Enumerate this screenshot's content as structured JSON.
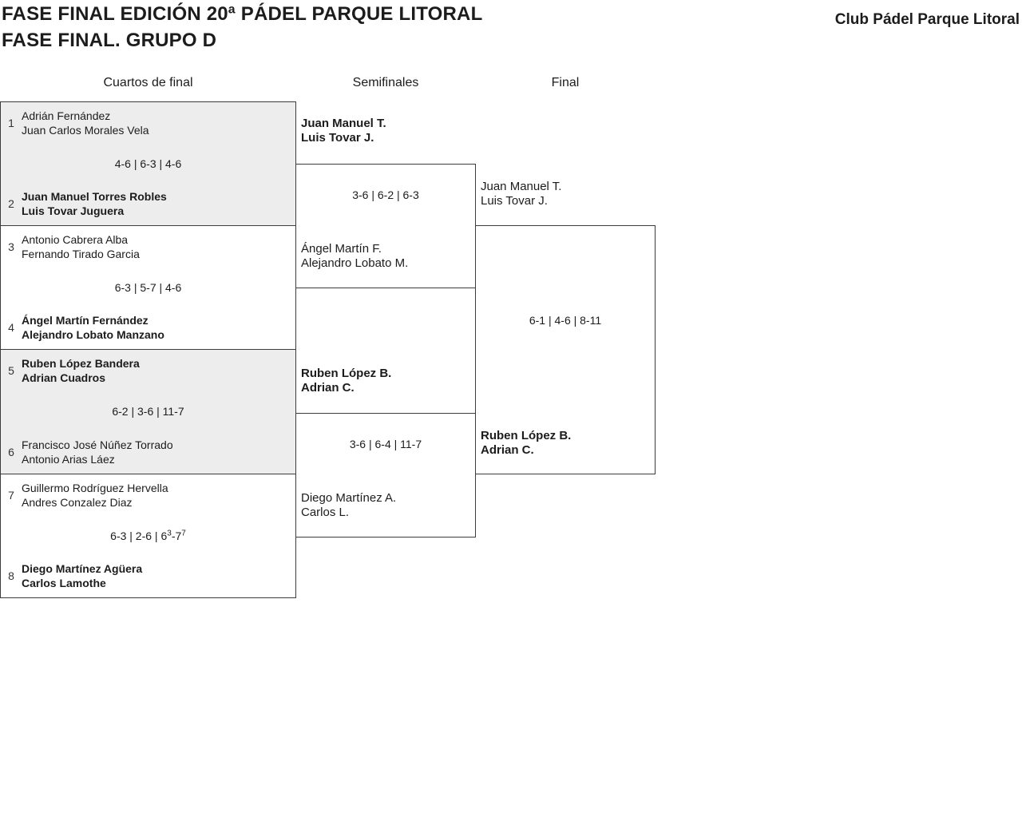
{
  "header": {
    "title_line1": "FASE FINAL EDICIÓN 20ª PÁDEL PARQUE LITORAL",
    "title_line2": "FASE FINAL. GRUPO D",
    "club_name": "Club Pádel Parque Litoral"
  },
  "round_headers": {
    "quarterfinals": "Cuartos de final",
    "semifinals": "Semifinales",
    "final": "Final"
  },
  "quarterfinals": [
    {
      "seed_top": "1",
      "team_top": {
        "player1": "Adrián Fernández",
        "player2": "Juan Carlos Morales Vela",
        "winner": false
      },
      "score": "4-6 | 6-3 | 4-6",
      "seed_bottom": "2",
      "team_bottom": {
        "player1": "Juan Manuel Torres Robles",
        "player2": "Luis Tovar Juguera",
        "winner": true
      }
    },
    {
      "seed_top": "3",
      "team_top": {
        "player1": "Antonio Cabrera Alba",
        "player2": "Fernando Tirado Garcia",
        "winner": false
      },
      "score": "6-3 | 5-7 | 4-6",
      "seed_bottom": "4",
      "team_bottom": {
        "player1": "Ángel Martín Fernández",
        "player2": "Alejandro Lobato Manzano",
        "winner": true
      }
    },
    {
      "seed_top": "5",
      "team_top": {
        "player1": "Ruben López Bandera",
        "player2": "Adrian Cuadros",
        "winner": true
      },
      "score": "6-2 | 3-6 | 11-7",
      "seed_bottom": "6",
      "team_bottom": {
        "player1": "Francisco José Núñez Torrado",
        "player2": "Antonio Arias Láez",
        "winner": false
      }
    },
    {
      "seed_top": "7",
      "team_top": {
        "player1": "Guillermo Rodríguez Hervella",
        "player2": "Andres Conzalez Diaz",
        "winner": false
      },
      "score_parts": {
        "main": "6-3 | 2-6 | 6",
        "sup1": "3",
        "mid": "-7",
        "sup2": "7"
      },
      "seed_bottom": "8",
      "team_bottom": {
        "player1": "Diego Martínez Agüera",
        "player2": "Carlos Lamothe",
        "winner": true
      }
    }
  ],
  "semifinals": [
    {
      "team_top": {
        "player1": "Juan Manuel T.",
        "player2": "Luis Tovar J.",
        "winner": true
      },
      "score": "3-6 | 6-2 | 6-3",
      "team_bottom": {
        "player1": "Ángel Martín F.",
        "player2": "Alejandro Lobato M.",
        "winner": false
      }
    },
    {
      "team_top": {
        "player1": "Ruben López B.",
        "player2": "Adrian C.",
        "winner": true
      },
      "score": "3-6 | 6-4 | 11-7",
      "team_bottom": {
        "player1": "Diego Martínez A.",
        "player2": "Carlos L.",
        "winner": false
      }
    }
  ],
  "final": {
    "team_top": {
      "player1": "Juan Manuel T.",
      "player2": "Luis Tovar J.",
      "winner": false
    },
    "score": "6-1 | 4-6 | 8-11",
    "team_bottom": {
      "player1": "Ruben López B.",
      "player2": "Adrian C.",
      "winner": true
    }
  },
  "colors": {
    "shaded_match_bg": "#ededed",
    "border_color": "#3c3c3c",
    "text_color": "#1c1c1c"
  }
}
